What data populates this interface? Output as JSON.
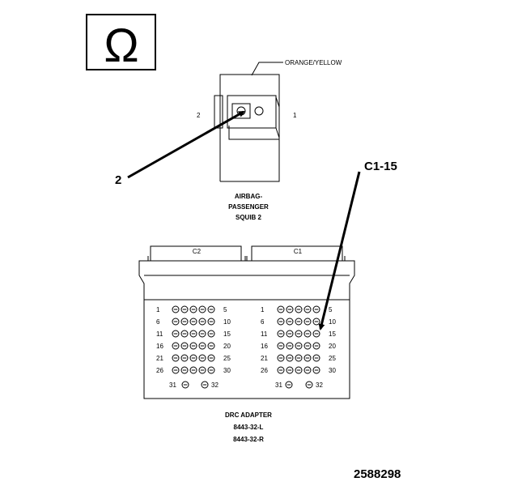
{
  "symbol": {
    "name": "ohm-symbol",
    "glyph": "Ω"
  },
  "connector_top": {
    "wire_color_label": "ORANGE/YELLOW",
    "pin_left_label": "2",
    "pin_right_label": "1",
    "caption_lines": [
      "AIRBAG-",
      "PASSENGER",
      "SQUIB 2"
    ]
  },
  "callouts": {
    "pin_callout": "2",
    "c1_callout": "C1-15"
  },
  "adapter": {
    "c2_label": "C2",
    "c1_label": "C1",
    "row_start_labels": [
      "1",
      "6",
      "11",
      "16",
      "21",
      "26"
    ],
    "row_end_labels": [
      "5",
      "10",
      "15",
      "20",
      "25",
      "30"
    ],
    "bottom_left_label": "31",
    "bottom_right_label": "32",
    "caption_lines": [
      "DRC ADAPTER",
      "8443-32-L",
      "8443-32-R"
    ]
  },
  "figure_id": "2588298"
}
